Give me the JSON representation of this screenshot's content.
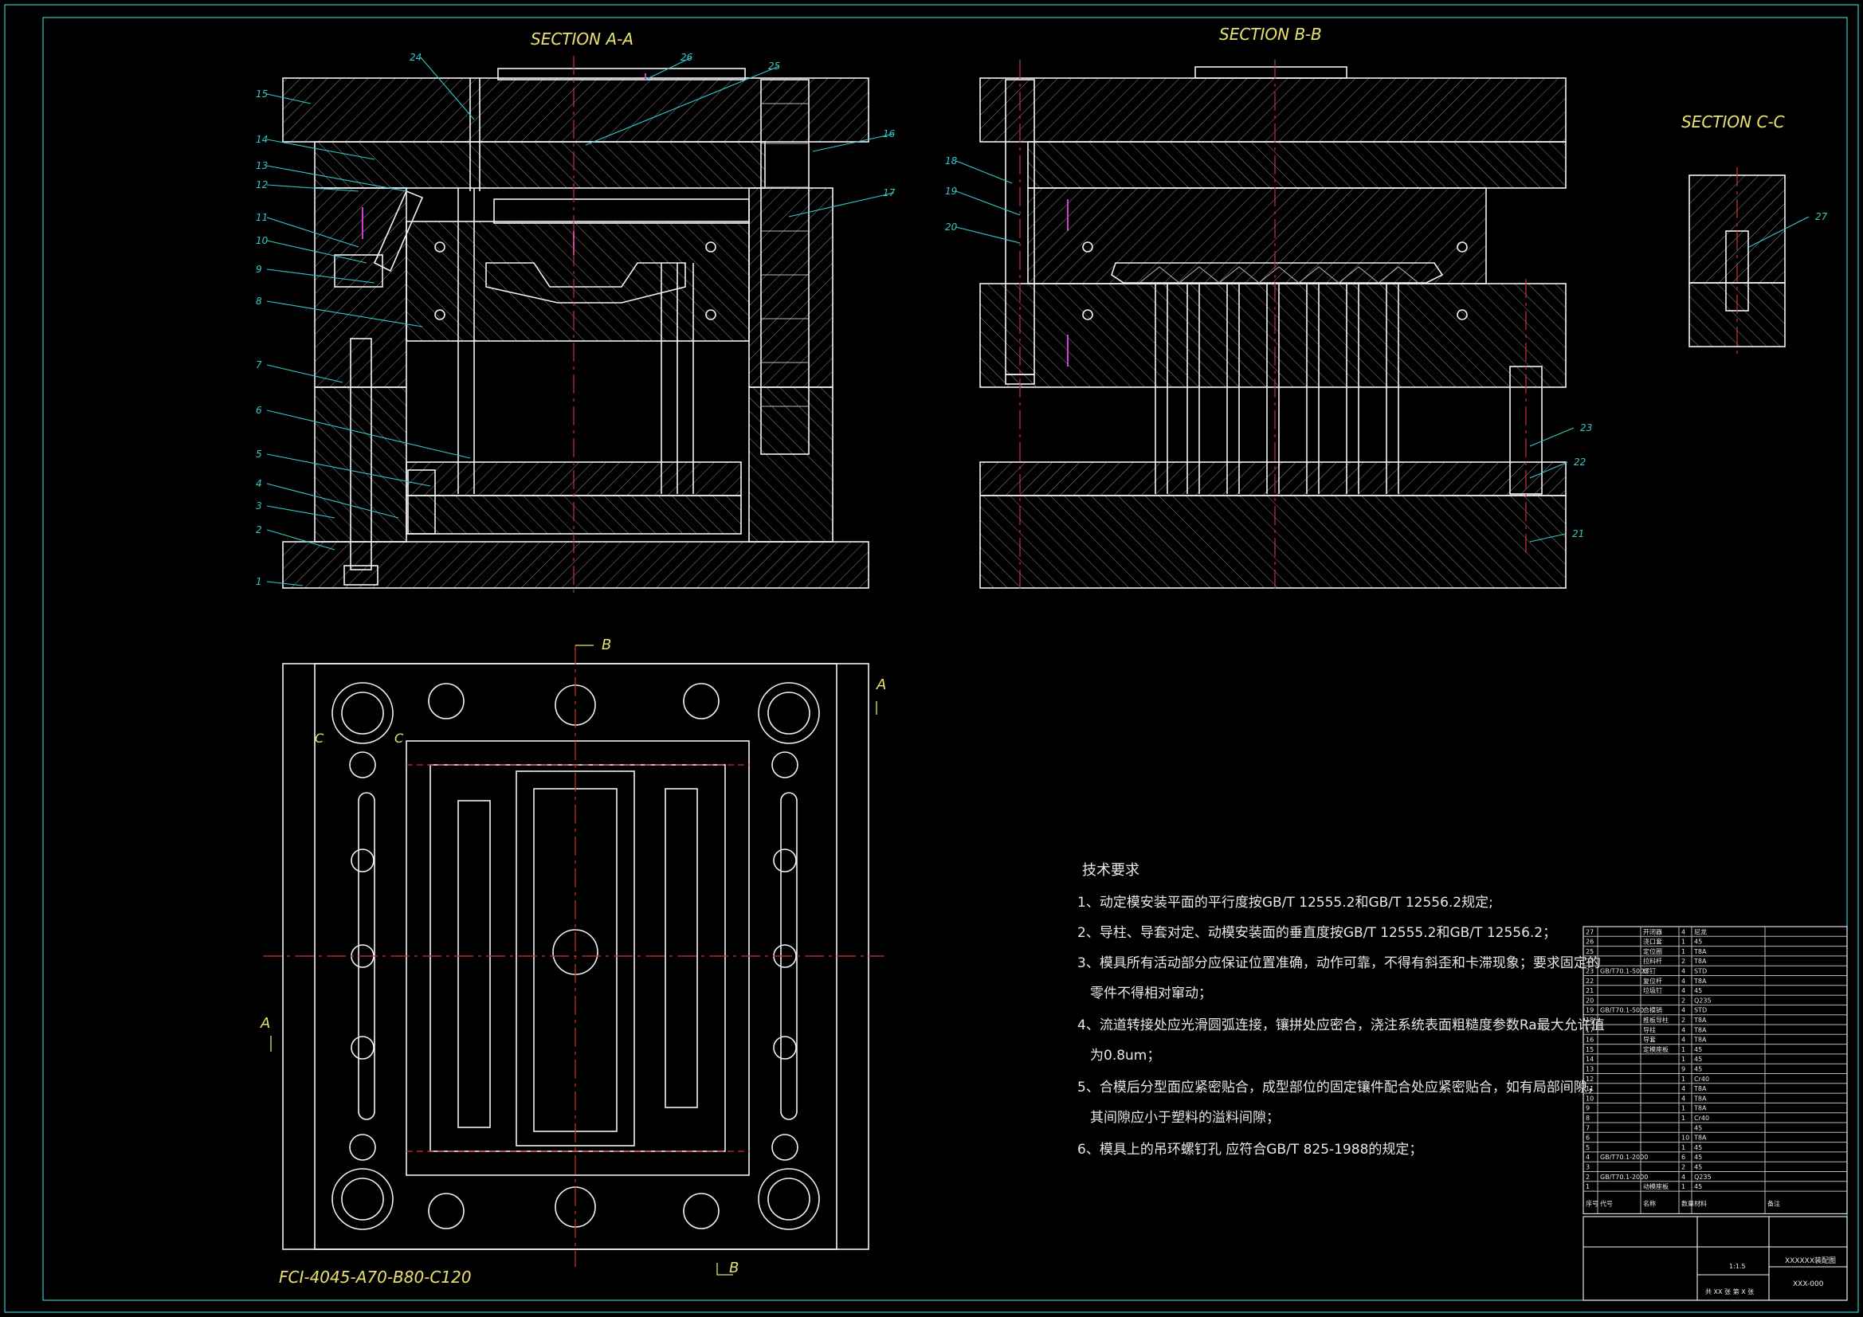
{
  "views": {
    "section_aa_title": "SECTION A-A",
    "section_bb_title": "SECTION B-B",
    "section_cc_title": "SECTION C-C",
    "plan_label": "FCI-4045-A70-B80-C120",
    "cut_labels": {
      "a": "A",
      "b": "B",
      "c": "C"
    }
  },
  "balloons_aa": [
    "1",
    "2",
    "3",
    "4",
    "5",
    "6",
    "7",
    "8",
    "9",
    "10",
    "11",
    "12",
    "13",
    "14",
    "15",
    "24",
    "25",
    "26",
    "16",
    "17"
  ],
  "balloons_bb": [
    "18",
    "19",
    "20",
    "23",
    "22",
    "21"
  ],
  "balloons_cc": [
    "27"
  ],
  "tech_requirements": {
    "title": "技术要求",
    "lines": [
      "1、动定模安装平面的平行度按GB/T 12555.2和GB/T 12556.2规定;",
      "2、导柱、导套对定、动模安装面的垂直度按GB/T 12555.2和GB/T 12556.2；",
      "3、模具所有活动部分应保证位置准确，动作可靠，不得有斜歪和卡滞现象；要求固定的",
      "零件不得相对窜动；",
      "4、流道转接处应光滑圆弧连接，镶拼处应密合，浇注系统表面粗糙度参数Ra最大允许值",
      "为0.8um；",
      "5、合模后分型面应紧密贴合，成型部位的固定镶件配合处应紧密贴合，如有局部间隙，",
      "其间隙应小于塑料的溢料间隙；",
      "6、模具上的吊环螺钉孔 应符合GB/T 825-1988的规定；"
    ]
  },
  "bom": {
    "rows": [
      [
        "27",
        "",
        "开闭器",
        "4",
        "尼龙",
        ""
      ],
      [
        "26",
        "",
        "浇口套",
        "1",
        "45",
        ""
      ],
      [
        "25",
        "",
        "定位圈",
        "1",
        "T8A",
        ""
      ],
      [
        "24",
        "",
        "拉料杆",
        "2",
        "T8A",
        ""
      ],
      [
        "23",
        "GB/T70.1-500",
        "螺钉",
        "4",
        "STD",
        ""
      ],
      [
        "22",
        "",
        "复位杆",
        "4",
        "T8A",
        ""
      ],
      [
        "21",
        "",
        "垃圾钉",
        "4",
        "45",
        ""
      ],
      [
        "20",
        "",
        "",
        "2",
        "Q235",
        ""
      ],
      [
        "19",
        "GB/T70.1-500",
        "合模销",
        "4",
        "STD",
        ""
      ],
      [
        "18",
        "",
        "推板导柱",
        "2",
        "T8A",
        ""
      ],
      [
        "17",
        "",
        "导柱",
        "4",
        "T8A",
        ""
      ],
      [
        "16",
        "",
        "导套",
        "4",
        "T8A",
        ""
      ],
      [
        "15",
        "",
        "定模座板",
        "1",
        "45",
        ""
      ],
      [
        "14",
        "",
        "",
        "1",
        "45",
        ""
      ],
      [
        "13",
        "",
        "",
        "9",
        "45",
        ""
      ],
      [
        "12",
        "",
        "",
        "1",
        "Cr40",
        ""
      ],
      [
        "11",
        "",
        "",
        "4",
        "T8A",
        ""
      ],
      [
        "10",
        "",
        "",
        "4",
        "T8A",
        ""
      ],
      [
        "9",
        "",
        "",
        "1",
        "T8A",
        ""
      ],
      [
        "8",
        "",
        "",
        "1",
        "Cr40",
        ""
      ],
      [
        "7",
        "",
        "",
        "",
        "45",
        ""
      ],
      [
        "6",
        "",
        "",
        "10",
        "T8A",
        ""
      ],
      [
        "5",
        "",
        "",
        "1",
        "45",
        ""
      ],
      [
        "4",
        "GB/T70.1-2000",
        "",
        "6",
        "45",
        ""
      ],
      [
        "3",
        "",
        "",
        "2",
        "45",
        ""
      ],
      [
        "2",
        "GB/T70.1-2000",
        "",
        "4",
        "Q235",
        ""
      ],
      [
        "1",
        "",
        "动模座板",
        "1",
        "45",
        ""
      ]
    ],
    "header": [
      "序号",
      "代号",
      "名称",
      "数量",
      "材料",
      "备注"
    ],
    "title_name": "XXXXXX装配图",
    "drawing_no": "XXX-000",
    "scale": "1:1.5",
    "sheet_info": "共 XX 张 第 X 张"
  }
}
